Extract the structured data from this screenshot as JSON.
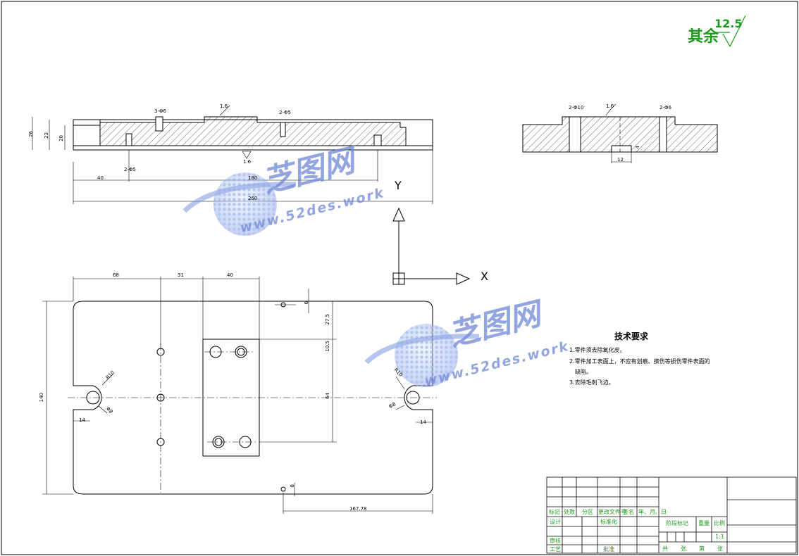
{
  "roughness": {
    "label": "其余",
    "value": "12.5"
  },
  "front_view": {
    "d_top_hole": "3-Φ6",
    "d_right_hole": "2-Φ5",
    "d_bottom_hole": "2-Φ5",
    "rough_top": "1.6",
    "rough_bottom": "1.6",
    "dim_left_total": "26",
    "dim_left_mid": "23",
    "dim_left_inner": "20",
    "dim_40": "40",
    "dim_180": "180",
    "dim_260": "260"
  },
  "side_view": {
    "d_left": "2-Φ10",
    "rough": "1.6",
    "d_right": "2-Φ6",
    "dim_12": "12",
    "dim_4": "4"
  },
  "top_view": {
    "dim_68": "68",
    "dim_31": "31",
    "dim_40": "40",
    "dim_6": "6",
    "dim_27": "27.5",
    "dim_10": "10.5",
    "dim_64": "64",
    "dim_140": "140",
    "dim_14_left": "14",
    "dim_14_right": "14",
    "r_left": "R10",
    "d_left": "Φ8",
    "r_right": "R10",
    "d_right": "Φ8",
    "dim_8": "8",
    "dim_167": "167.78"
  },
  "axes": {
    "x": "X",
    "y": "Y"
  },
  "watermark": {
    "brand": "芝图网",
    "url": "www.52des.work"
  },
  "tech_requirements": {
    "title": "技术要求",
    "items": [
      "1.零件须去除氧化皮。",
      "2.零件加工表面上，不应有划痕、擦伤等损伤零件表面的",
      "缺陷。",
      "3.去除毛刺飞边。"
    ]
  },
  "title_block": {
    "row_labels": [
      "标记",
      "处数",
      "分区",
      "更改文件号",
      "签名",
      "年、月、日"
    ],
    "design": "设计",
    "standardization": "标准化",
    "review": "审核",
    "process": "工艺",
    "approve": "批准",
    "stage_mark": "阶段标记",
    "weight": "重量",
    "scale_label": "比例",
    "scale": "1:1",
    "sheet_info": [
      "共",
      "张",
      "第",
      "张"
    ]
  }
}
